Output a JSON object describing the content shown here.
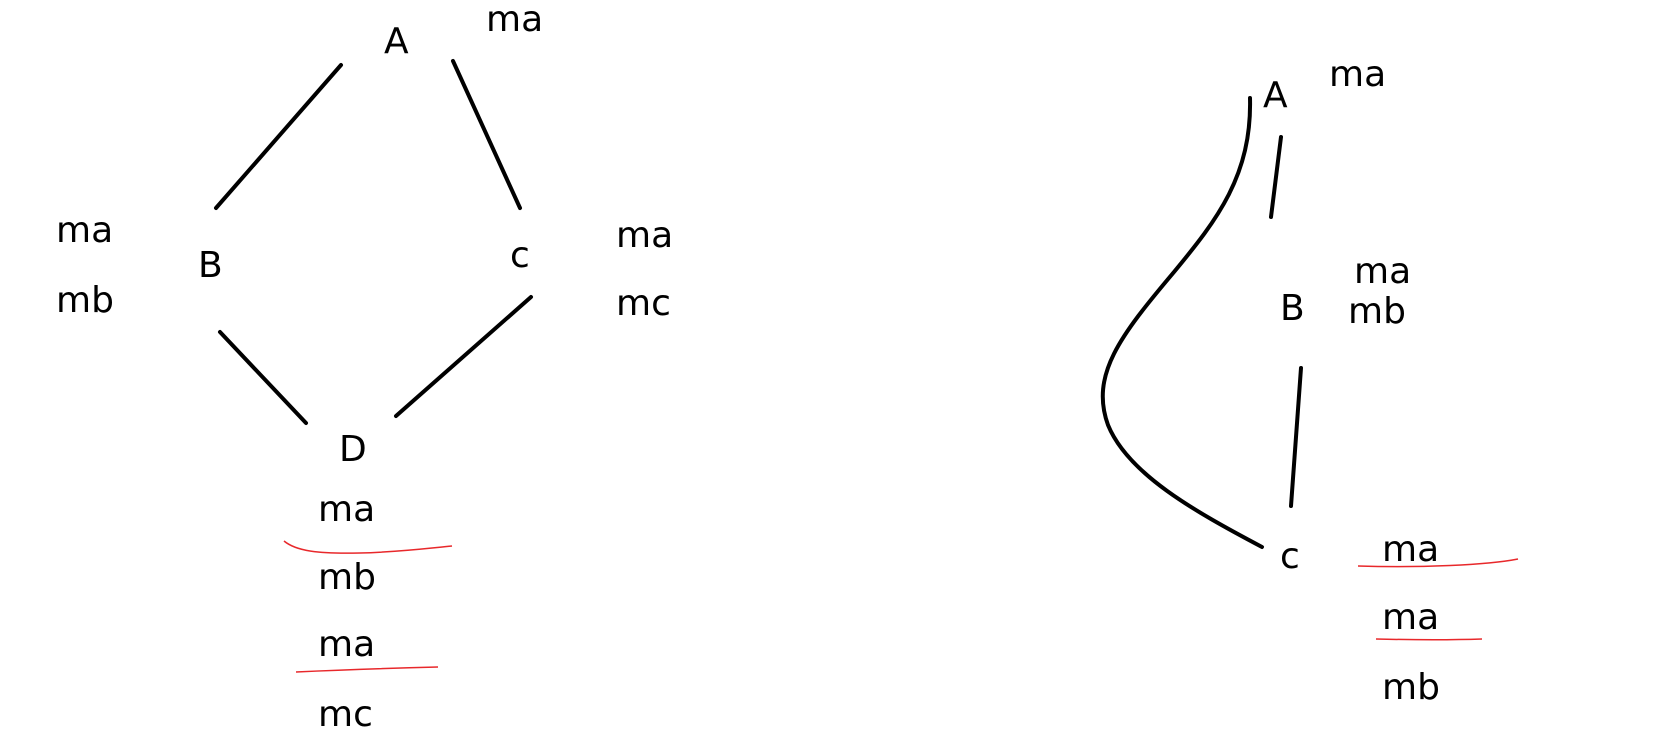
{
  "diagram_left": {
    "nodes": {
      "a": "A",
      "b": "B",
      "c": "c",
      "d": "D"
    },
    "annotations": {
      "a": [
        "ma"
      ],
      "b": [
        "ma",
        "mb"
      ],
      "c": [
        "ma",
        "mc"
      ],
      "d": [
        "ma",
        "mb",
        "ma",
        "mc"
      ]
    },
    "edge_color": "#000000",
    "underline_color": "#e8282b"
  },
  "diagram_right": {
    "nodes": {
      "a": "A",
      "b": "B",
      "c": "c"
    },
    "annotations": {
      "a": [
        "ma"
      ],
      "b": [
        "ma",
        "mb"
      ],
      "c": [
        "ma",
        "ma",
        "mb"
      ]
    },
    "edge_color": "#000000",
    "underline_color": "#e8282b"
  }
}
